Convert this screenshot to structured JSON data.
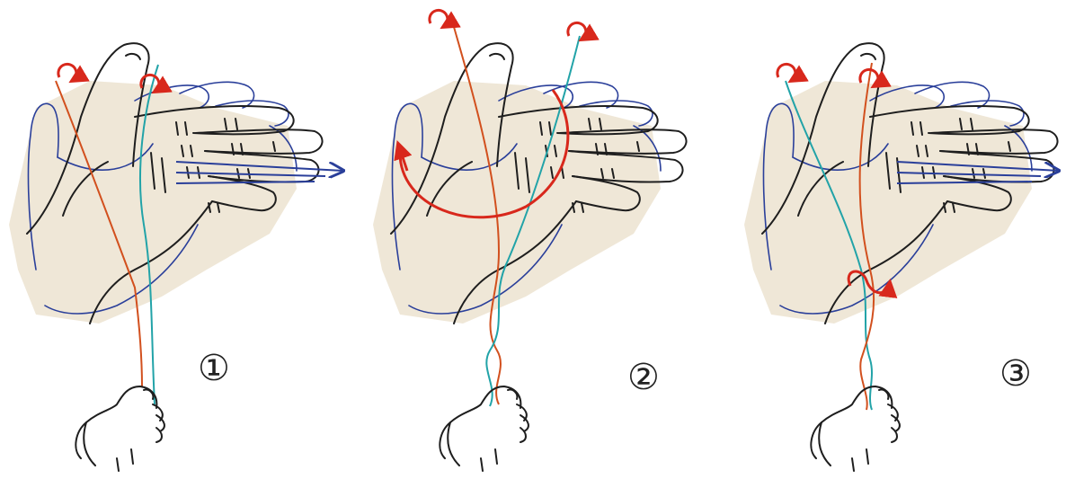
{
  "steps": [
    {
      "label": "①"
    },
    {
      "label": "②"
    },
    {
      "label": "③"
    }
  ],
  "colors": {
    "outline_black": "#1e1e1e",
    "outline_blue": "#2a3f9a",
    "strand_orange": "#d2501e",
    "strand_teal": "#22a3a8",
    "arrow_red": "#d8281c",
    "arrow_blue": "#2a3f9a",
    "parchment": "#ece3d0"
  }
}
